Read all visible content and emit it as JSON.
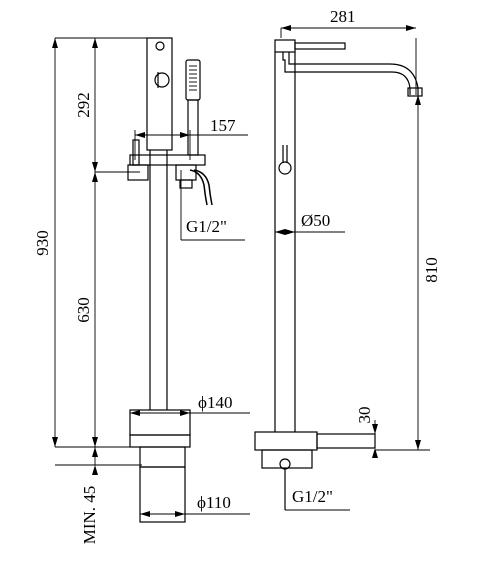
{
  "dimensions": {
    "total_height": "930",
    "upper_height": "292",
    "lower_height": "630",
    "min_depth": "MIN. 45",
    "handshower_offset": "157",
    "inlet_thread_front": "G1/2\"",
    "spout_reach": "281",
    "column_diameter": "Ø50",
    "spout_height": "810",
    "base_height": "30",
    "base_diameter": "ϕ140",
    "sleeve_diameter": "ϕ110",
    "inlet_thread_side": "G1/2\""
  }
}
